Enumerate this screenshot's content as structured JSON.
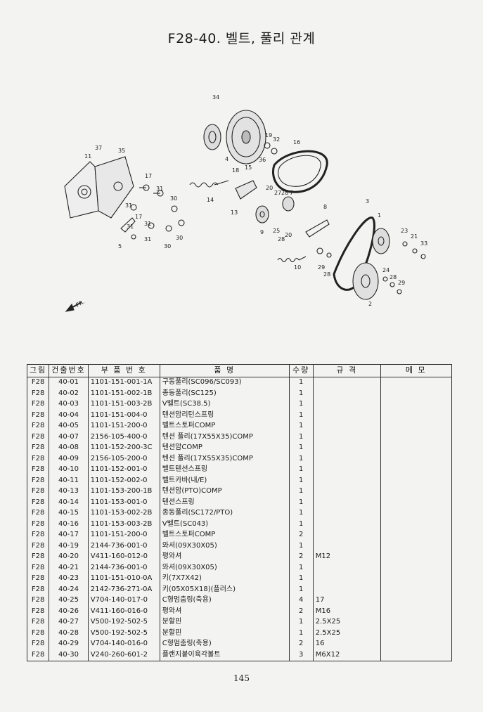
{
  "page": {
    "title": "F28-40. 벨트, 풀리 관계",
    "page_number": "145"
  },
  "diagram": {
    "callouts": [
      "34",
      "37",
      "11",
      "35",
      "17",
      "31",
      "30",
      "31",
      "17",
      "31",
      "31",
      "5",
      "31",
      "30",
      "30",
      "4",
      "14",
      "18",
      "15",
      "36",
      "19",
      "32",
      "16",
      "20",
      "27",
      "28",
      "7",
      "13",
      "25",
      "9",
      "20",
      "28",
      "8",
      "10",
      "3",
      "29",
      "28",
      "1",
      "23",
      "21",
      "33",
      "24",
      "28",
      "29",
      "2"
    ],
    "direction_label": "FR."
  },
  "table": {
    "headers": [
      "그림",
      "건출번호",
      "부 품 번 호",
      "품 명",
      "수량",
      "규 격",
      "메 모"
    ],
    "rows": [
      {
        "fig": "F28",
        "ref": "40-01",
        "part": "1101-151-001-1A",
        "name": "구동풀리(SC096/SC093)",
        "qty": "1",
        "spec": "",
        "memo": ""
      },
      {
        "fig": "F28",
        "ref": "40-02",
        "part": "1101-151-002-1B",
        "name": "종동풀리(SC125)",
        "qty": "1",
        "spec": "",
        "memo": ""
      },
      {
        "fig": "F28",
        "ref": "40-03",
        "part": "1101-151-003-2B",
        "name": "V벨트(SC38.5)",
        "qty": "1",
        "spec": "",
        "memo": ""
      },
      {
        "fig": "F28",
        "ref": "40-04",
        "part": "1101-151-004-0",
        "name": "텐션암리턴스프링",
        "qty": "1",
        "spec": "",
        "memo": ""
      },
      {
        "fig": "F28",
        "ref": "40-05",
        "part": "1101-151-200-0",
        "name": "벨트스토퍼COMP",
        "qty": "1",
        "spec": "",
        "memo": ""
      },
      {
        "fig": "F28",
        "ref": "40-07",
        "part": "2156-105-400-0",
        "name": "텐션 풀리(17X55X35)COMP",
        "qty": "1",
        "spec": "",
        "memo": ""
      },
      {
        "fig": "F28",
        "ref": "40-08",
        "part": "1101-152-200-3C",
        "name": "텐션암COMP",
        "qty": "1",
        "spec": "",
        "memo": ""
      },
      {
        "fig": "F28",
        "ref": "40-09",
        "part": "2156-105-200-0",
        "name": "텐션 풀리(17X55X35)COMP",
        "qty": "1",
        "spec": "",
        "memo": ""
      },
      {
        "fig": "F28",
        "ref": "40-10",
        "part": "1101-152-001-0",
        "name": "벨트텐션스프링",
        "qty": "1",
        "spec": "",
        "memo": ""
      },
      {
        "fig": "F28",
        "ref": "40-11",
        "part": "1101-152-002-0",
        "name": "벨트카바(내/E)",
        "qty": "1",
        "spec": "",
        "memo": ""
      },
      {
        "fig": "F28",
        "ref": "40-13",
        "part": "1101-153-200-1B",
        "name": "텐션암(PTO)COMP",
        "qty": "1",
        "spec": "",
        "memo": ""
      },
      {
        "fig": "F28",
        "ref": "40-14",
        "part": "1101-153-001-0",
        "name": "텐션스프링",
        "qty": "1",
        "spec": "",
        "memo": ""
      },
      {
        "fig": "F28",
        "ref": "40-15",
        "part": "1101-153-002-2B",
        "name": "종동풀리(SC172/PTO)",
        "qty": "1",
        "spec": "",
        "memo": ""
      },
      {
        "fig": "F28",
        "ref": "40-16",
        "part": "1101-153-003-2B",
        "name": "V벨트(SC043)",
        "qty": "1",
        "spec": "",
        "memo": ""
      },
      {
        "fig": "F28",
        "ref": "40-17",
        "part": "1101-151-200-0",
        "name": "벨트스토퍼COMP",
        "qty": "2",
        "spec": "",
        "memo": ""
      },
      {
        "fig": "F28",
        "ref": "40-19",
        "part": "2144-736-001-0",
        "name": "와셔(09X30X05)",
        "qty": "1",
        "spec": "",
        "memo": ""
      },
      {
        "fig": "F28",
        "ref": "40-20",
        "part": "V411-160-012-0",
        "name": "평와셔",
        "qty": "2",
        "spec": "M12",
        "memo": ""
      },
      {
        "fig": "F28",
        "ref": "40-21",
        "part": "2144-736-001-0",
        "name": "와셔(09X30X05)",
        "qty": "1",
        "spec": "",
        "memo": ""
      },
      {
        "fig": "F28",
        "ref": "40-23",
        "part": "1101-151-010-0A",
        "name": "키(7X7X42)",
        "qty": "1",
        "spec": "",
        "memo": ""
      },
      {
        "fig": "F28",
        "ref": "40-24",
        "part": "2142-736-271-0A",
        "name": "키(05X05X18)(플러스)",
        "qty": "1",
        "spec": "",
        "memo": ""
      },
      {
        "fig": "F28",
        "ref": "40-25",
        "part": "V704-140-017-0",
        "name": "C형멈춤링(축용)",
        "qty": "4",
        "spec": "17",
        "memo": ""
      },
      {
        "fig": "F28",
        "ref": "40-26",
        "part": "V411-160-016-0",
        "name": "평와셔",
        "qty": "2",
        "spec": "M16",
        "memo": ""
      },
      {
        "fig": "F28",
        "ref": "40-27",
        "part": "V500-192-502-5",
        "name": "분할핀",
        "qty": "1",
        "spec": "2.5X25",
        "memo": ""
      },
      {
        "fig": "F28",
        "ref": "40-28",
        "part": "V500-192-502-5",
        "name": "분할핀",
        "qty": "1",
        "spec": "2.5X25",
        "memo": ""
      },
      {
        "fig": "F28",
        "ref": "40-29",
        "part": "V704-140-016-0",
        "name": "C형멈춤링(축용)",
        "qty": "2",
        "spec": "16",
        "memo": ""
      },
      {
        "fig": "F28",
        "ref": "40-30",
        "part": "V240-260-601-2",
        "name": "플랜지붙이육각볼트",
        "qty": "3",
        "spec": "M6X12",
        "memo": ""
      }
    ]
  }
}
